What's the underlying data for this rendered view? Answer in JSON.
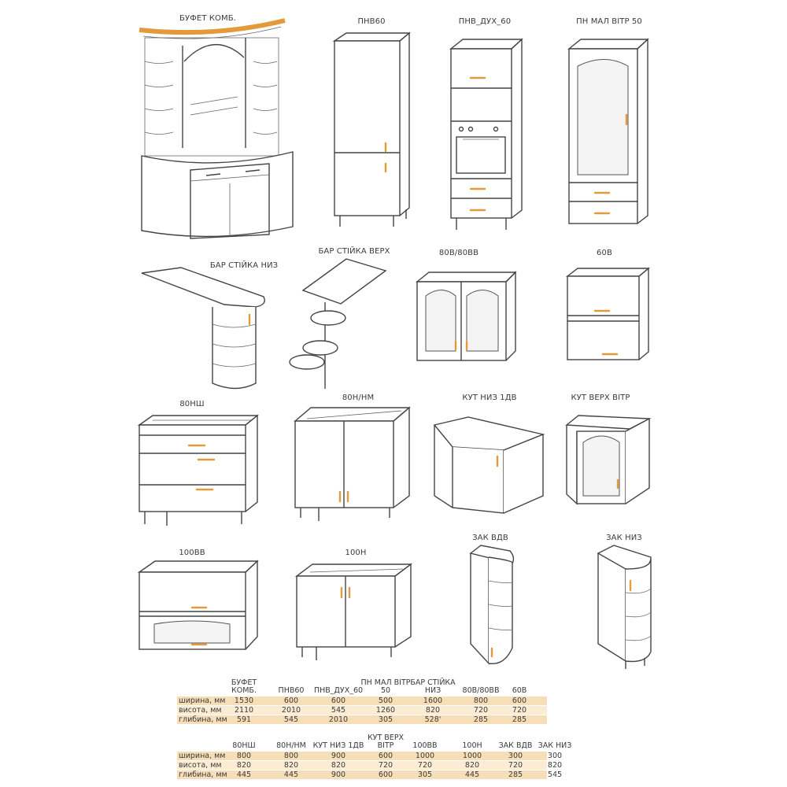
{
  "items": [
    {
      "id": "bufet",
      "label": "БУФЕТ КОМБ."
    },
    {
      "id": "pnv60",
      "label": "ПНВ60"
    },
    {
      "id": "pnvdux",
      "label": "ПНВ_ДУХ_60"
    },
    {
      "id": "pnmal",
      "label": "ПН МАЛ ВІТР 50"
    },
    {
      "id": "barniz",
      "label": "БАР СТІЙКА НИЗ"
    },
    {
      "id": "barverh",
      "label": "БАР СТІЙКА ВЕРХ"
    },
    {
      "id": "80v",
      "label": "80В/80ВВ"
    },
    {
      "id": "60v",
      "label": "60В"
    },
    {
      "id": "80nsh",
      "label": "80НШ"
    },
    {
      "id": "80n",
      "label": "80Н/НМ"
    },
    {
      "id": "kutniz",
      "label": "КУТ НИЗ 1ДВ"
    },
    {
      "id": "kutverh",
      "label": "КУТ ВЕРХ ВІТР"
    },
    {
      "id": "100vv",
      "label": "100ВВ"
    },
    {
      "id": "100n",
      "label": "100Н"
    },
    {
      "id": "zakvdv",
      "label": "ЗАК ВДВ"
    },
    {
      "id": "zakniz",
      "label": "ЗАК НИЗ"
    }
  ],
  "table1": {
    "headers": [
      "БУФЕТ\nКОМБ.",
      "ПНВ60",
      "ПНВ_ДУХ_60",
      "ПН МАЛ ВІТР\n50",
      "БАР СТІЙКА\nНИЗ",
      "80В/80ВВ",
      "60В"
    ],
    "rows": [
      {
        "label": "ширина, мм",
        "values": [
          "1530",
          "600",
          "600",
          "500",
          "1600",
          "800",
          "600"
        ]
      },
      {
        "label": "висота, мм",
        "values": [
          "2110",
          "2010",
          "545",
          "1260",
          "820",
          "720",
          "720"
        ]
      },
      {
        "label": "глибина, мм",
        "values": [
          "591",
          "545",
          "2010",
          "305",
          "528'",
          "285",
          "285"
        ]
      }
    ]
  },
  "table2": {
    "headers": [
      "80НШ",
      "80Н/НМ",
      "КУТ НИЗ 1ДВ",
      "КУТ ВЕРХ\nВІТР",
      "100ВВ",
      "100Н",
      "ЗАК ВДВ",
      "ЗАК НИЗ"
    ],
    "rows": [
      {
        "label": "ширина, мм",
        "values": [
          "800",
          "800",
          "900",
          "600",
          "1000",
          "1000",
          "300",
          "300"
        ]
      },
      {
        "label": "висота, мм",
        "values": [
          "820",
          "820",
          "820",
          "720",
          "720",
          "820",
          "720",
          "820"
        ]
      },
      {
        "label": "глибина, мм",
        "values": [
          "445",
          "445",
          "900",
          "600",
          "305",
          "445",
          "285",
          "545"
        ]
      }
    ]
  },
  "colors": {
    "accent": "#e39a3a",
    "row": "#f6dfb8",
    "row_alt": "#fbecd3",
    "line": "#444444"
  }
}
